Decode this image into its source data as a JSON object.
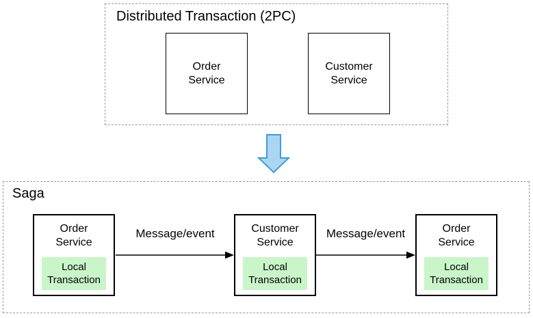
{
  "two_pc_panel": {
    "title": "Distributed Transaction (2PC)",
    "boxes": [
      {
        "label": "Order\nService"
      },
      {
        "label": "Customer\nService"
      }
    ]
  },
  "saga_panel": {
    "title": "Saga",
    "boxes": [
      {
        "label": "Order\nService",
        "local": "Local\nTransaction"
      },
      {
        "label": "Customer\nService",
        "local": "Local\nTransaction"
      },
      {
        "label": "Order\nService",
        "local": "Local\nTransaction"
      }
    ],
    "arrows": [
      {
        "label": "Message/event"
      },
      {
        "label": "Message/event"
      }
    ]
  },
  "icons": {
    "transform": "down-arrow-icon",
    "connector": "right-arrow-icon"
  },
  "colors": {
    "background": "#ffffff",
    "dashed_border": "#999999",
    "box_border": "#000000",
    "local_transaction_fill": "#c9f5c9",
    "connector_line": "#000000",
    "transform_arrow_fill": "#abd5f0",
    "transform_arrow_stroke": "#3d9ddb"
  }
}
